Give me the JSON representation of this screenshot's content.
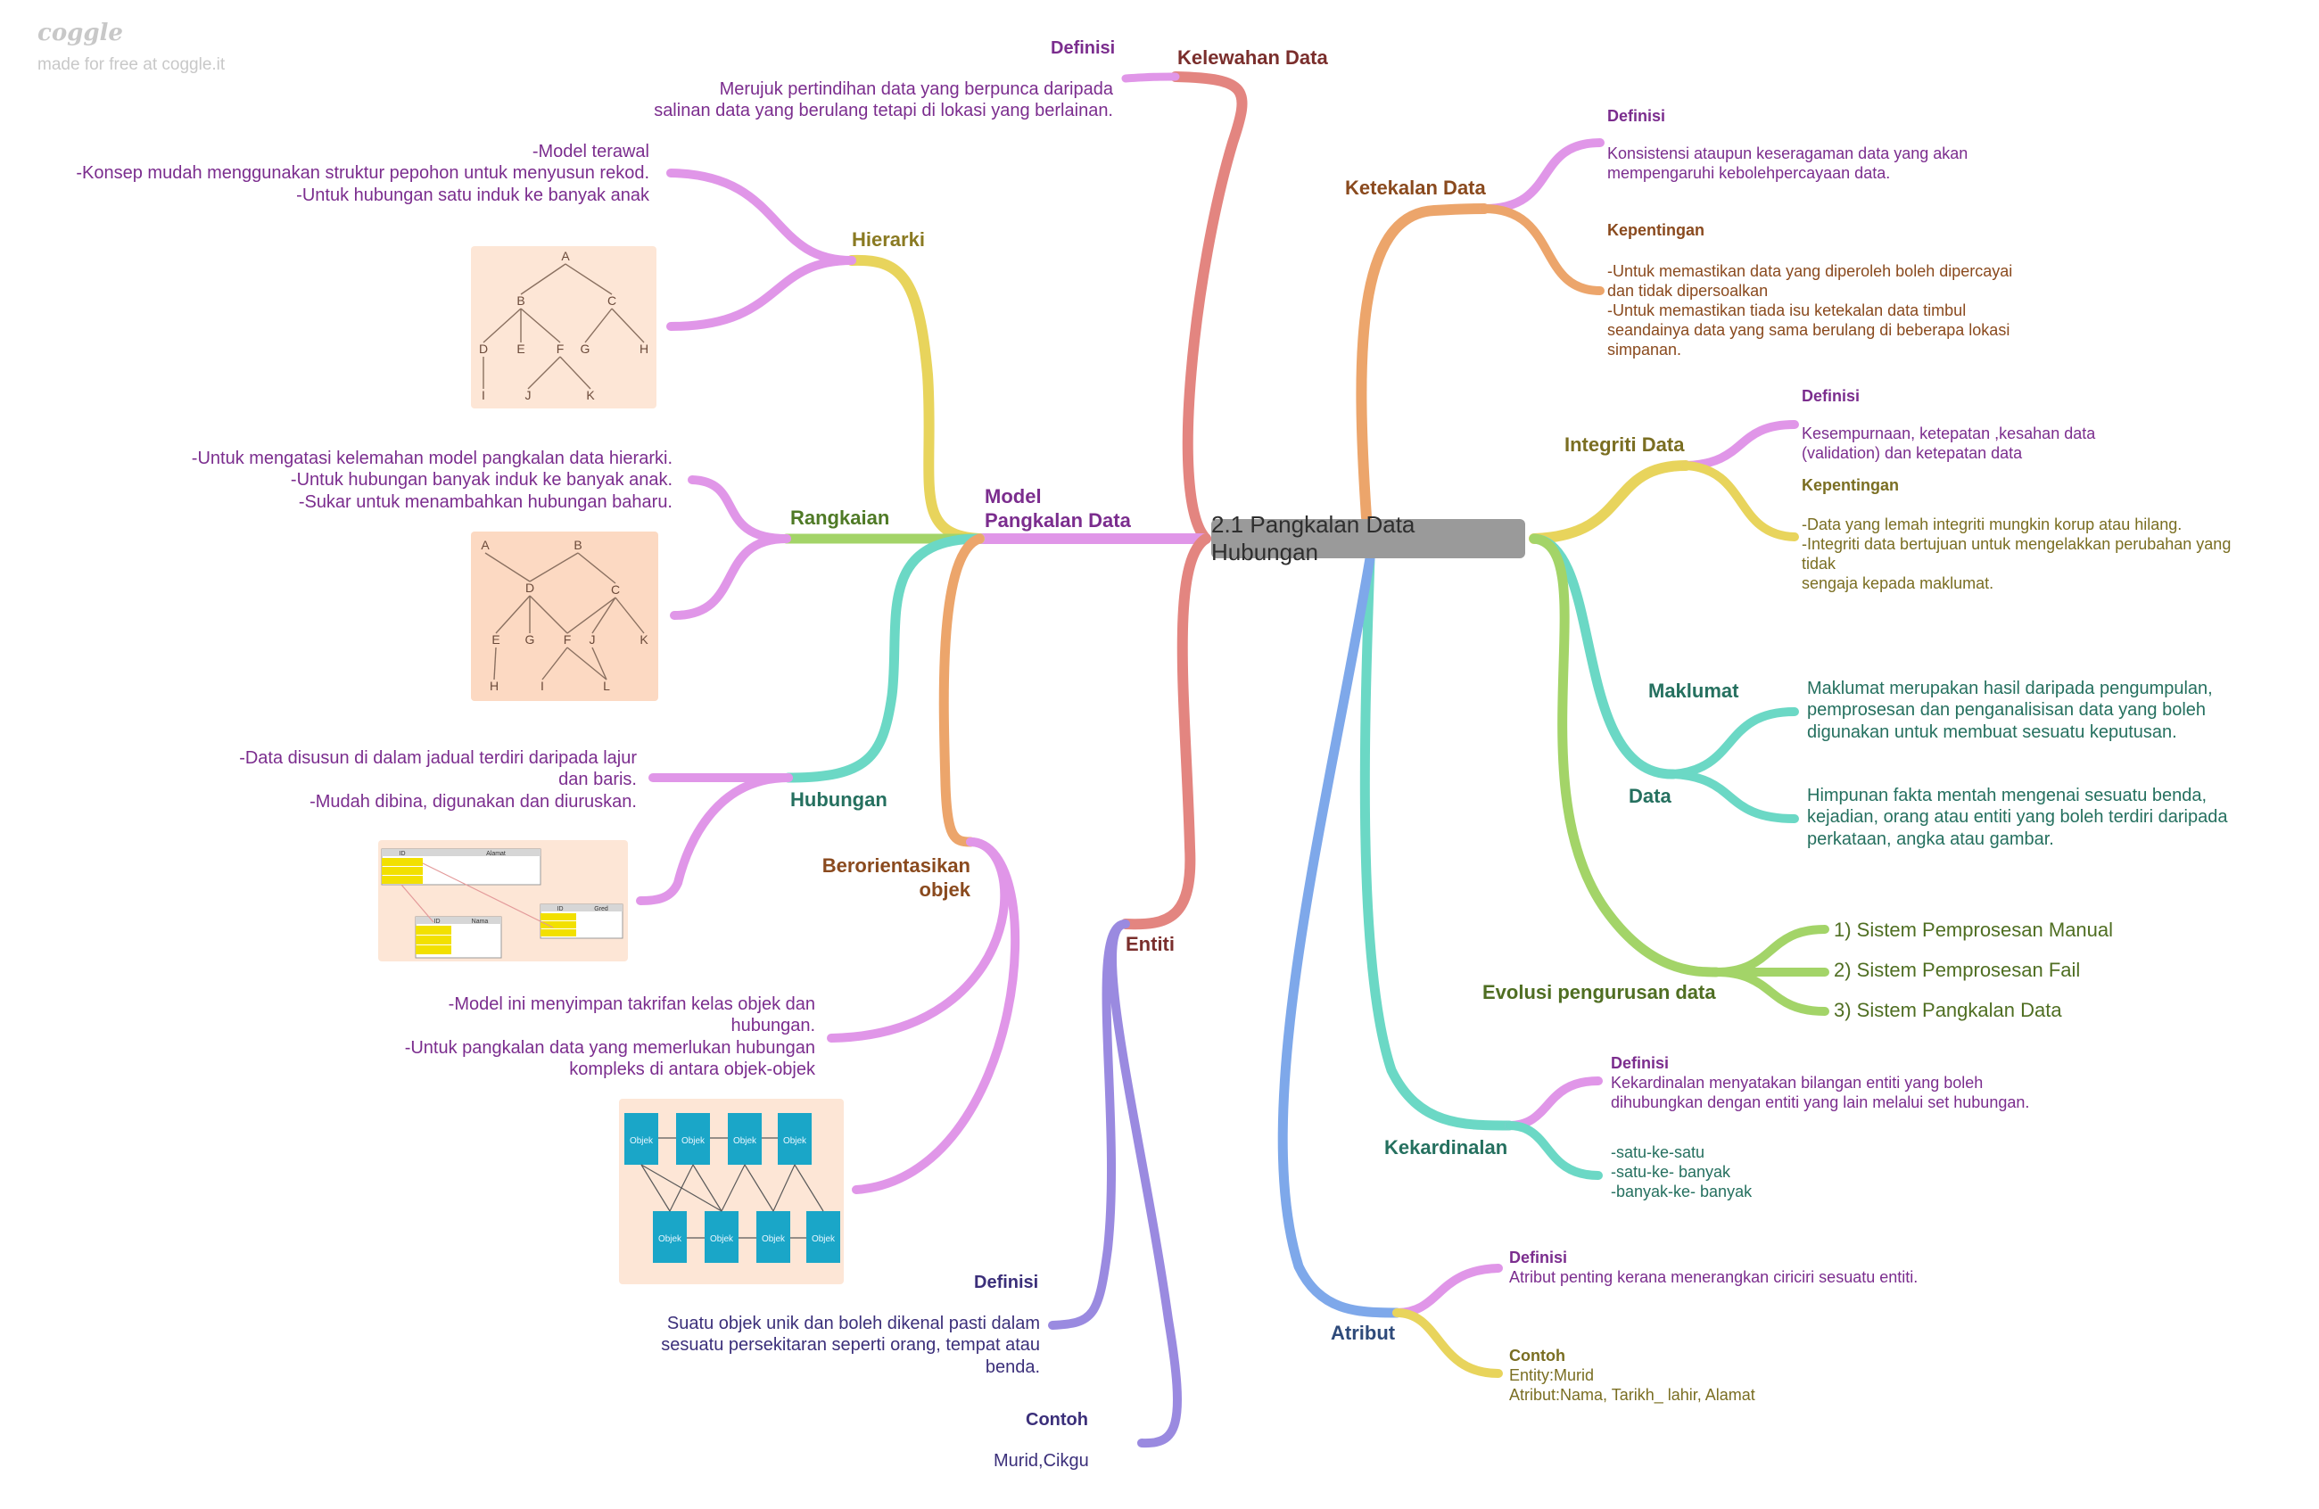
{
  "watermark": {
    "logo": "coggle",
    "credit": "made for free at coggle.it"
  },
  "central": "2.1 Pangkalan Data Hubungan",
  "colors": {
    "pink": "#e096e8",
    "red": "#e38580",
    "orange": "#eca56b",
    "yellow": "#e8d45c",
    "green": "#a3d468",
    "teal": "#6bd8c5",
    "blue": "#7ea8ea",
    "purple": "#9a8ae0",
    "img_bg": "#fde6d6"
  },
  "nodes": {
    "kelewahan": {
      "title": "Kelewahan Data",
      "def_title": "Definisi",
      "def_text": "Merujuk pertindihan data yang berpunca daripada\nsalinan data yang berulang tetapi di lokasi yang berlainan."
    },
    "model": {
      "title": "Model\nPangkalan Data"
    },
    "hierarki": {
      "title": "Hierarki",
      "text": "-Model terawal\n-Konsep mudah menggunakan struktur pepohon untuk menyusun rekod.\n-Untuk hubungan satu induk ke banyak anak"
    },
    "rangkaian": {
      "title": "Rangkaian",
      "text": "-Untuk mengatasi kelemahan model pangkalan data hierarki.\n-Untuk hubungan banyak induk ke banyak anak.\n-Sukar untuk menambahkan hubungan baharu."
    },
    "hubungan": {
      "title": "Hubungan",
      "text": "-Data disusun di dalam jadual terdiri daripada lajur\ndan baris.\n-Mudah dibina, digunakan dan diuruskan."
    },
    "berorientasi": {
      "title": "Berorientasikan\nobjek",
      "text": "-Model ini menyimpan takrifan kelas objek dan\nhubungan.\n-Untuk pangkalan data yang memerlukan hubungan\nkompleks di antara objek-objek"
    },
    "entiti": {
      "title": "Entiti",
      "def_title": "Definisi",
      "def_text": "Suatu objek unik dan boleh dikenal pasti dalam\nsesuatu persekitaran seperti orang, tempat atau\nbenda.",
      "contoh_title": "Contoh",
      "contoh_text": "Murid,Cikgu"
    },
    "ketekalan": {
      "title": "Ketekalan Data",
      "def_title": "Definisi",
      "def_text": "Konsistensi ataupun keseragaman data yang akan\nmempengaruhi kebolehpercayaan data.",
      "kep_title": "Kepentingan",
      "kep_text": "-Untuk memastikan data yang diperoleh boleh dipercayai\ndan tidak dipersoalkan\n-Untuk memastikan tiada isu ketekalan data timbul\nseandainya data yang sama berulang di beberapa lokasi\nsimpanan."
    },
    "integriti": {
      "title": "Integriti Data",
      "def_title": "Definisi",
      "def_text": "Kesempurnaan, ketepatan ,kesahan data\n(validation) dan ketepatan data",
      "kep_title": "Kepentingan",
      "kep_text": "-Data yang lemah integriti mungkin korup atau hilang.\n-Integriti data bertujuan untuk mengelakkan perubahan yang\ntidak\nsengaja kepada maklumat."
    },
    "data": {
      "title": "Data",
      "maklumat_title": "Maklumat",
      "maklumat_text": "Maklumat merupakan hasil daripada pengumpulan,\npemprosesan dan penganalisisan data yang boleh\ndigunakan untuk membuat sesuatu keputusan.",
      "data_text": "Himpunan fakta mentah mengenai sesuatu benda,\nkejadian, orang atau entiti yang boleh terdiri daripada\nperkataan, angka atau gambar."
    },
    "evolusi": {
      "title": "Evolusi pengurusan data",
      "items": [
        "1) Sistem Pemprosesan Manual",
        "2) Sistem Pemprosesan Fail",
        "3) Sistem Pangkalan Data"
      ]
    },
    "kekardinalan": {
      "title": "Kekardinalan",
      "def_title": "Definisi",
      "def_text": "Kekardinalan menyatakan bilangan entiti yang boleh\ndihubungkan dengan entiti yang lain melalui set hubungan.",
      "types": "-satu-ke-satu\n-satu-ke- banyak\n-banyak-ke- banyak"
    },
    "atribut": {
      "title": "Atribut",
      "def_title": "Definisi",
      "def_text": "Atribut penting kerana menerangkan ciriciri sesuatu entiti.",
      "contoh_title": "Contoh",
      "contoh_text": "Entity:Murid\nAtribut:Nama,   Tarikh_ lahir,   Alamat"
    }
  },
  "images": {
    "hierarki_tree": {
      "letters": [
        "A",
        "B",
        "C",
        "D",
        "E",
        "F",
        "G",
        "H",
        "I",
        "J",
        "K"
      ]
    },
    "rangkaian_net": {
      "letters": [
        "A",
        "B",
        "D",
        "C",
        "E",
        "G",
        "F",
        "J",
        "K",
        "H",
        "I",
        "L"
      ]
    },
    "hubungan_tables": {
      "headers": [
        "ID",
        "Alamat",
        "ID",
        "Gred",
        "ID",
        "Nama"
      ]
    },
    "objek_boxes": {
      "label": "Objek"
    }
  }
}
